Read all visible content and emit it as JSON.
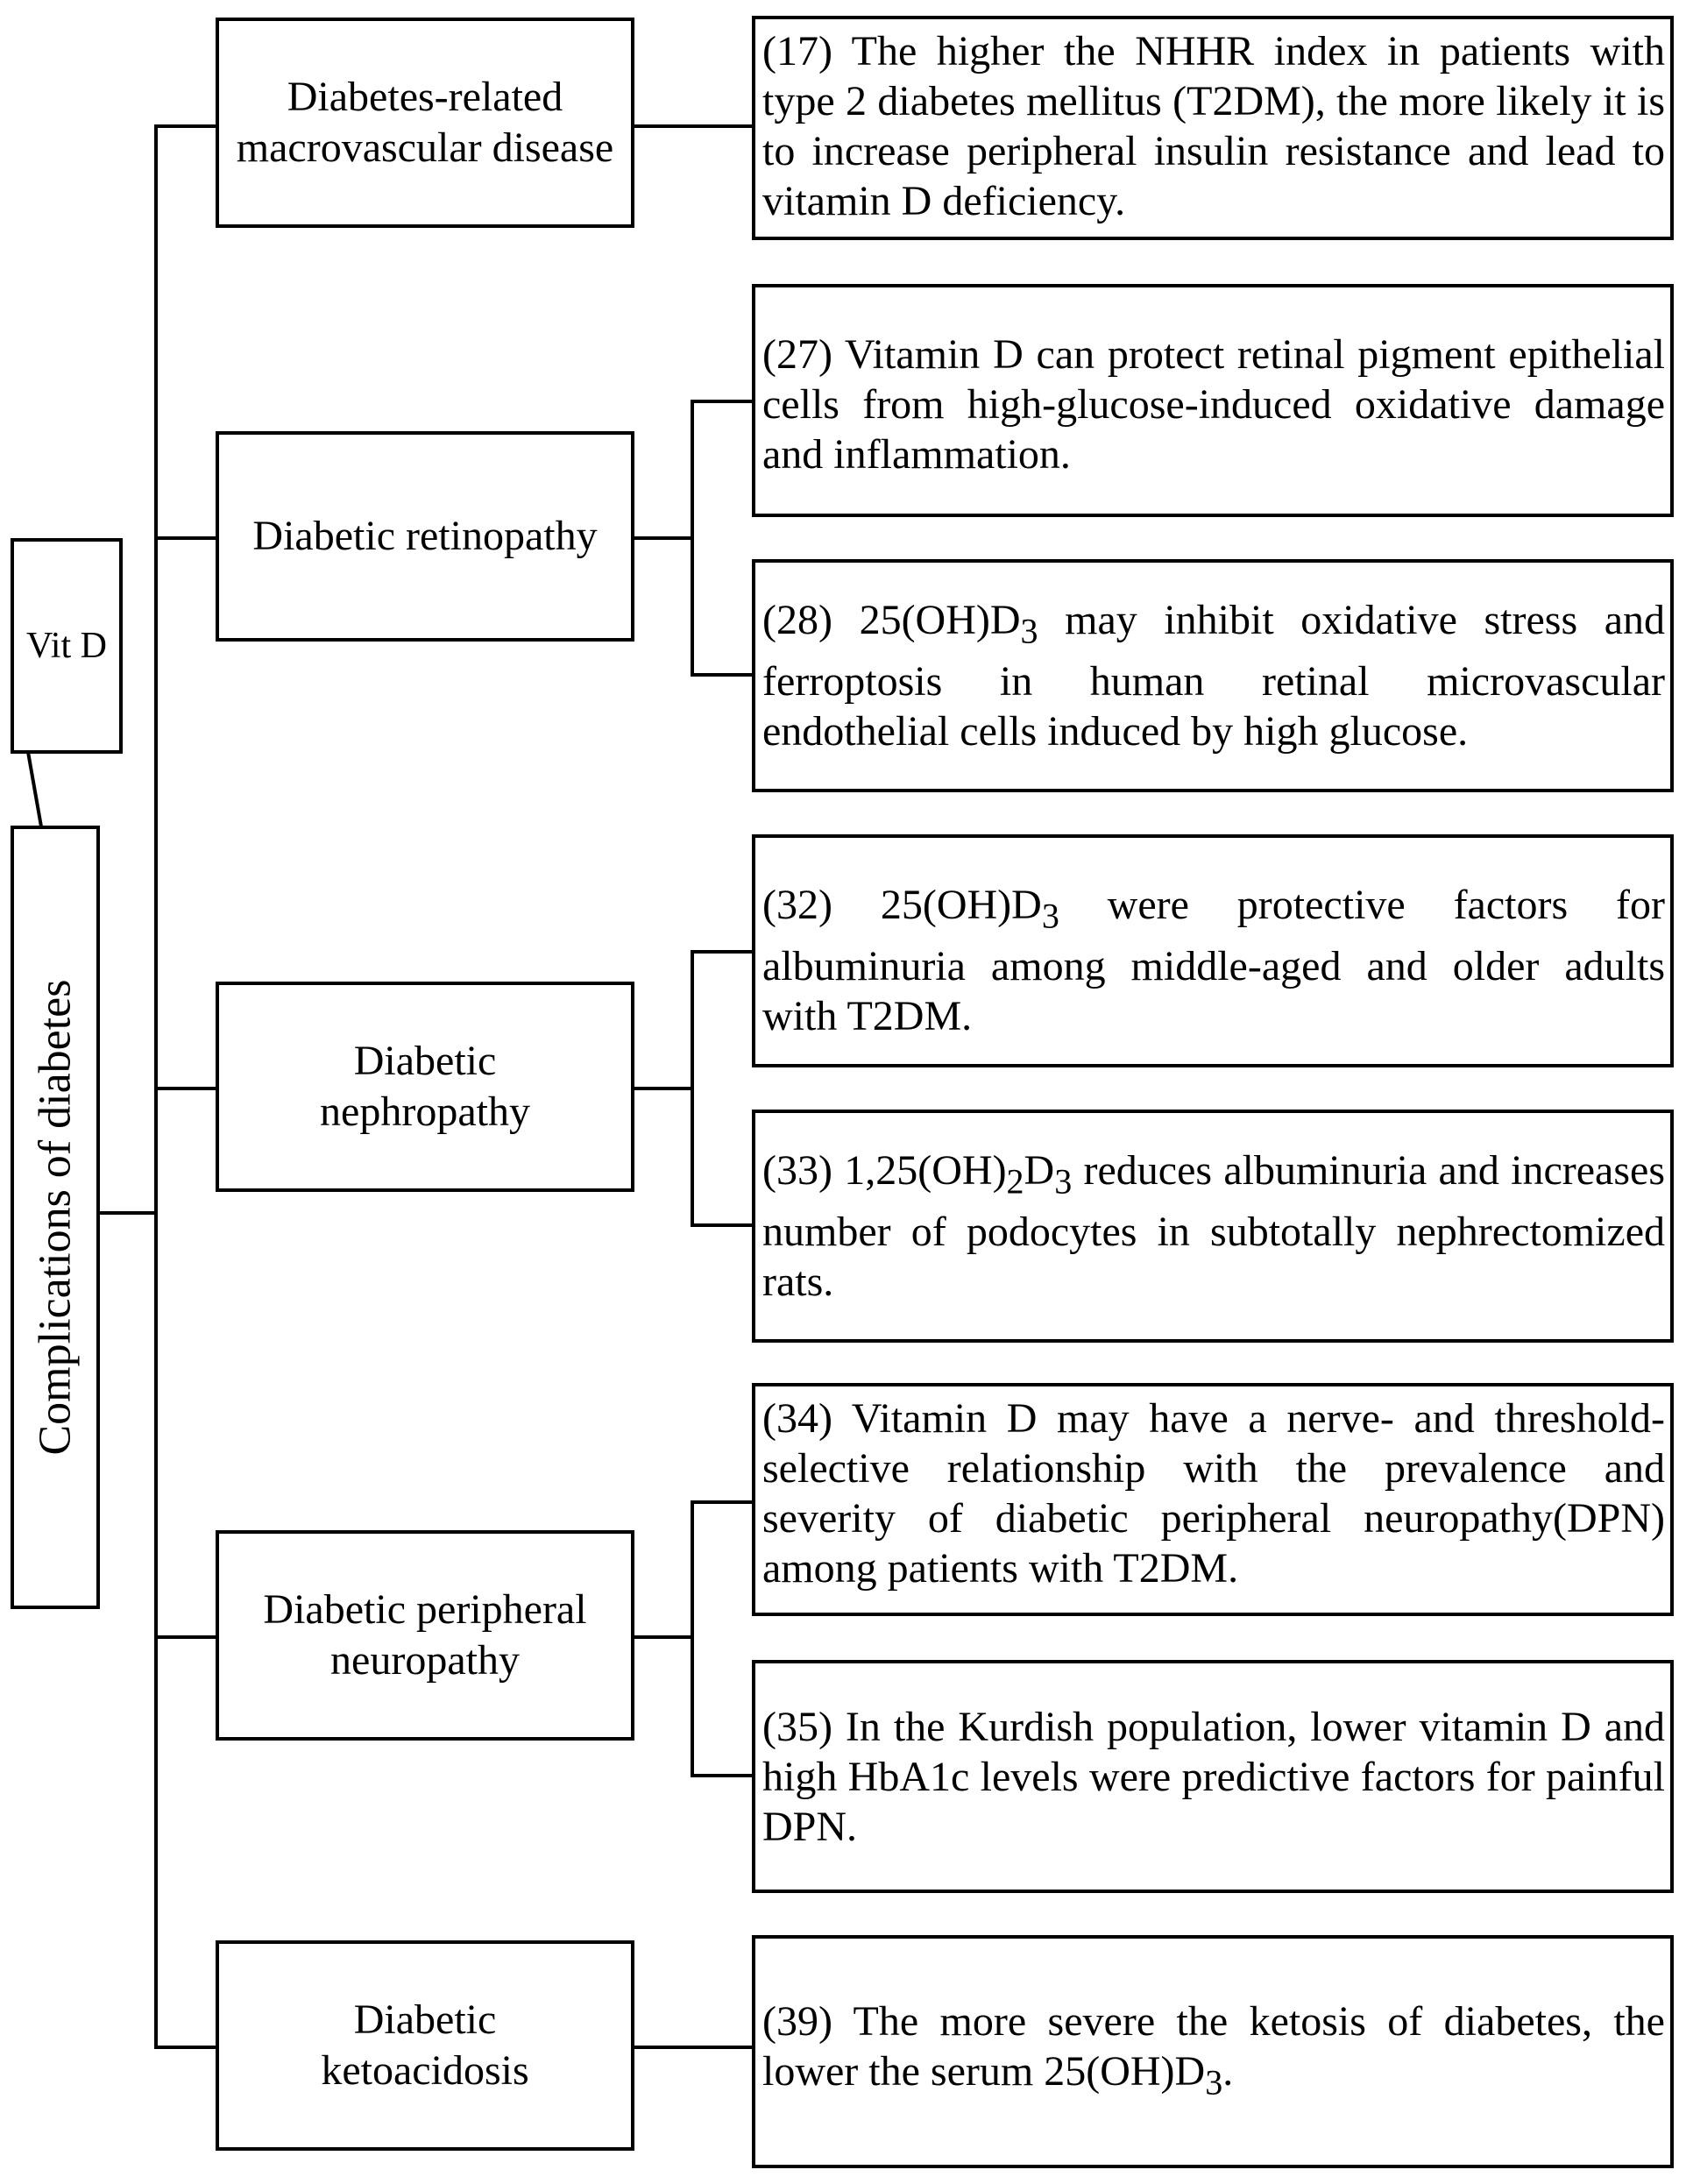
{
  "root": {
    "label": "Complications of diabetes"
  },
  "vitd": {
    "label": "Vit D"
  },
  "categories": [
    {
      "label": "Diabetes-related macrovascular disease"
    },
    {
      "label": "Diabetic retinopathy"
    },
    {
      "label": "Diabetic nephropathy"
    },
    {
      "label": "Diabetic peripheral neuropathy"
    },
    {
      "label": "Diabetic ketoacidosis"
    }
  ],
  "findings": [
    {
      "ref": "(17)",
      "pre": "The higher the NHHR index in patients with type 2 diabetes mellitus (T2DM), the more likely it is to increase peripheral insulin resistance and lead to vitamin D deficiency."
    },
    {
      "ref": "(27)",
      "pre": "Vitamin D can protect retinal pigment epithelial cells from high-glucose-induced oxidative damage and inflammation."
    },
    {
      "ref": "(28)",
      "pre": "25(OH)D",
      "sub": "3",
      "post": " may inhibit oxidative stress and ferroptosis in human retinal microvascular endothelial cells induced by high glucose."
    },
    {
      "ref": "(32)",
      "pre": "25(OH)D",
      "sub": "3",
      "post": " were protective factors for albuminuria  among middle-aged and older adults with T2DM."
    },
    {
      "ref": "(33)",
      "pre": "1,25(OH)",
      "sub": "2",
      "mid": "D",
      "sub2": "3",
      "post": " reduces albuminuria  and increases number of podocytes in subtotally nephrectomized rats."
    },
    {
      "ref": "(34)",
      "pre": "Vitamin D  may have a nerve- and threshold-selective relationship with the prevalence and severity of diabetic peripheral neuropathy(DPN) among patients with T2DM."
    },
    {
      "ref": "(35)",
      "pre": "In the Kurdish population, lower vitamin D and high HbA1c levels were predictive factors for painful DPN."
    },
    {
      "ref": "(39)",
      "pre": "The more severe the ketosis of diabetes, the lower the serum 25(OH)D",
      "sub": "3",
      "post": "."
    }
  ]
}
